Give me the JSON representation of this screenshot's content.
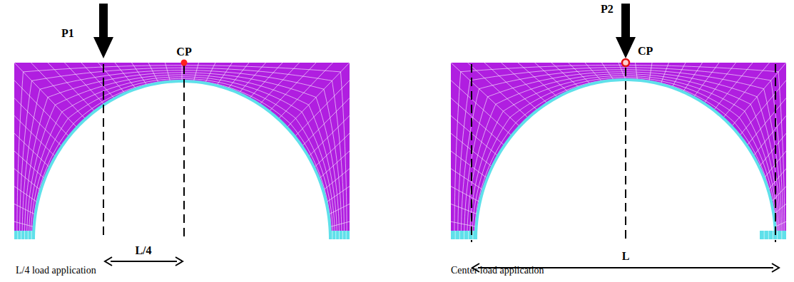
{
  "diagram": {
    "labels": [
      "P1",
      "CP",
      "L/4",
      "L/4 load application",
      "P2",
      "CP",
      "L",
      "Center load application"
    ]
  }
}
